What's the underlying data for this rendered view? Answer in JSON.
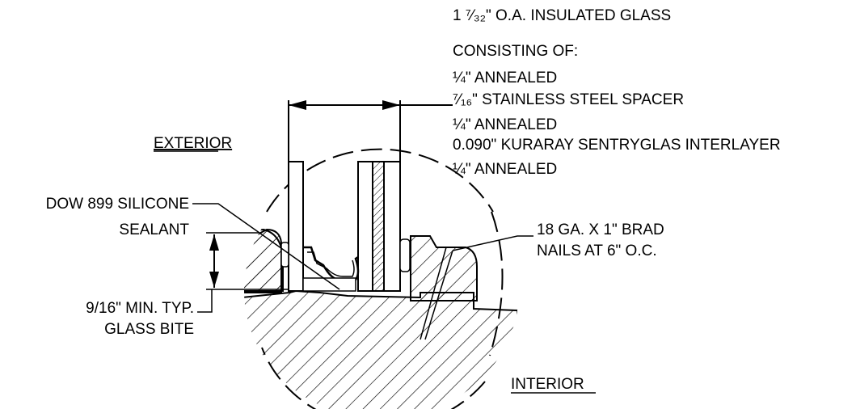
{
  "notes": {
    "line1": "1 ⁷⁄₃₂\" O.A. INSULATED GLASS",
    "line2": "CONSISTING OF:",
    "line3": "¼\" ANNEALED",
    "line4": "⁷⁄₁₆\" STAINLESS STEEL SPACER",
    "line5": "¼\" ANNEALED",
    "line6": "0.090\" KURARAY SENTRYGLAS INTERLAYER",
    "line7": "¼\" ANNEALED"
  },
  "labels": {
    "exterior": "EXTERIOR",
    "interior": "INTERIOR",
    "sealant_1": "DOW 899 SILICONE",
    "sealant_2": "SEALANT",
    "nails_1": "18 GA. X 1\" BRAD",
    "nails_2": "NAILS AT 6\" O.C.",
    "bite_1": "9/16\" MIN. TYP.",
    "bite_2": "GLASS BITE"
  }
}
